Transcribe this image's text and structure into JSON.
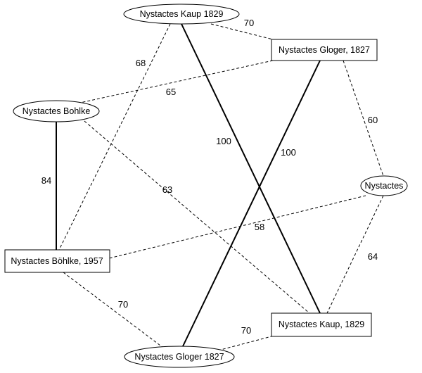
{
  "nodes": [
    {
      "id": "n_kaup_1829_top",
      "label": "Nystactes Kaup 1829",
      "shape": "ellipse"
    },
    {
      "id": "n_gloger_1827_box",
      "label": "Nystactes Gloger, 1827",
      "shape": "box"
    },
    {
      "id": "n_bohlke",
      "label": "Nystactes Bohlke",
      "shape": "ellipse"
    },
    {
      "id": "n_nystactes",
      "label": "Nystactes",
      "shape": "ellipse"
    },
    {
      "id": "n_bohlke_1957_box",
      "label": "Nystactes Böhlke, 1957",
      "shape": "box"
    },
    {
      "id": "n_kaup_1829_box",
      "label": "Nystactes Kaup, 1829",
      "shape": "box"
    },
    {
      "id": "n_gloger_1827_bottom",
      "label": "Nystactes Gloger 1827",
      "shape": "ellipse"
    }
  ],
  "edges": [
    {
      "id": "e_kauptop_glogerbox",
      "label": "70",
      "style": "dashed"
    },
    {
      "id": "e_kauptop_bohlkebox",
      "label": "68",
      "style": "dashed"
    },
    {
      "id": "e_glogerbox_bohlke",
      "label": "65",
      "style": "dashed"
    },
    {
      "id": "e_glogerbox_nystactes",
      "label": "60",
      "style": "dashed"
    },
    {
      "id": "e_kauptop_kaupbox",
      "label": "100",
      "style": "solid"
    },
    {
      "id": "e_glogerbox_glogerbottom",
      "label": "100",
      "style": "solid"
    },
    {
      "id": "e_bohlke_bohlkebox",
      "label": "84",
      "style": "solid"
    },
    {
      "id": "e_bohlke_kaupbox",
      "label": "63",
      "style": "dashed"
    },
    {
      "id": "e_nystactes_bohlkebox",
      "label": "58",
      "style": "dashed"
    },
    {
      "id": "e_nystactes_kaupbox",
      "label": "64",
      "style": "dashed"
    },
    {
      "id": "e_bohlkebox_glogerbottom",
      "label": "70",
      "style": "dashed"
    },
    {
      "id": "e_glogerbottom_kaupbox",
      "label": "70",
      "style": "dashed"
    }
  ]
}
